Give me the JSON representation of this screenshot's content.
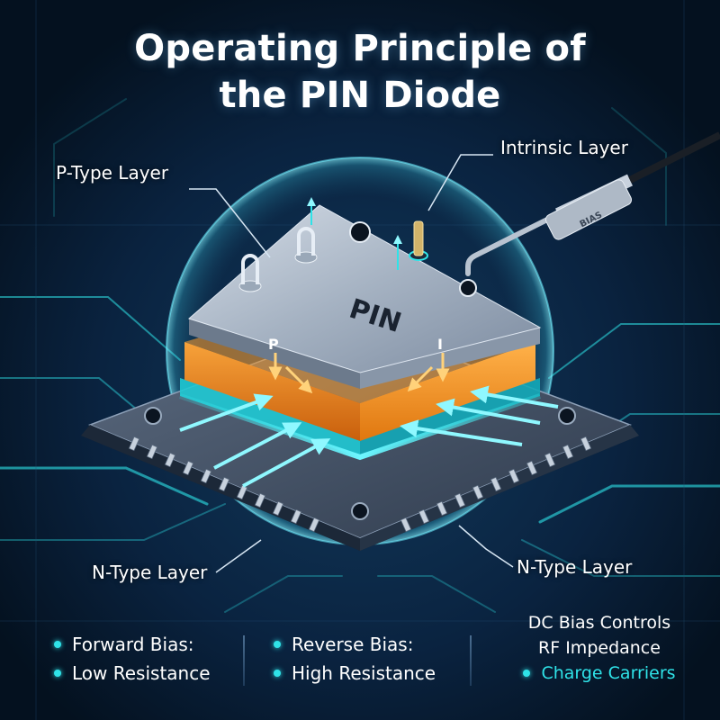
{
  "title": {
    "line1": "Operating Principle of",
    "line2": "the PIN Diode"
  },
  "labels": {
    "p_type": "P-Type Layer",
    "intrinsic": "Intrinsic Layer",
    "n_type_left": "N-Type Layer",
    "n_type_right": "N-Type Layer"
  },
  "chip": {
    "top_marking": "PIN",
    "layer_p": "P",
    "layer_i": "I",
    "probe_marking": "BIAS"
  },
  "bullets": {
    "col1": [
      "Forward Bias:",
      "Low Resistance"
    ],
    "col2": [
      "Reverse Bias:",
      "High Resistance"
    ],
    "col3": [
      "DC Bias Controls",
      "RF Impedance",
      "Charge Carriers"
    ]
  },
  "colors": {
    "background": "#06172b",
    "accent_cyan": "#2fe3e8",
    "intrinsic_orange": "#f08a1c",
    "chip_metal": "#a9b6c6"
  }
}
